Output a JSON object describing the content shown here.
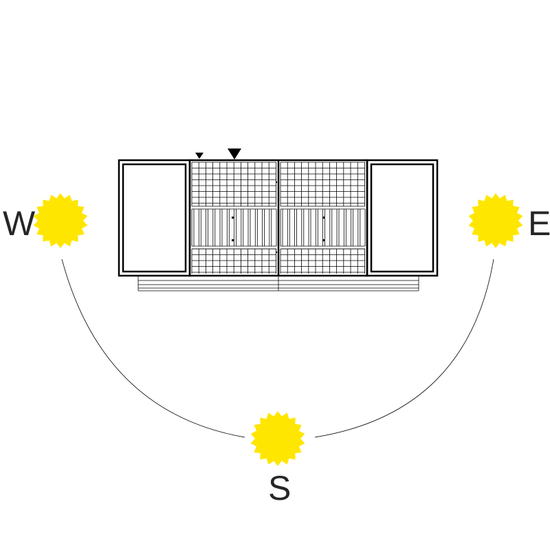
{
  "compass": {
    "west": "W",
    "east": "E",
    "south": "S"
  },
  "colors": {
    "sun": "#ffe600",
    "line": "#000000",
    "label": "#262626",
    "background": "#ffffff"
  },
  "icons": {
    "sun": "sun-icon",
    "marker": "triangle-marker-icon"
  }
}
